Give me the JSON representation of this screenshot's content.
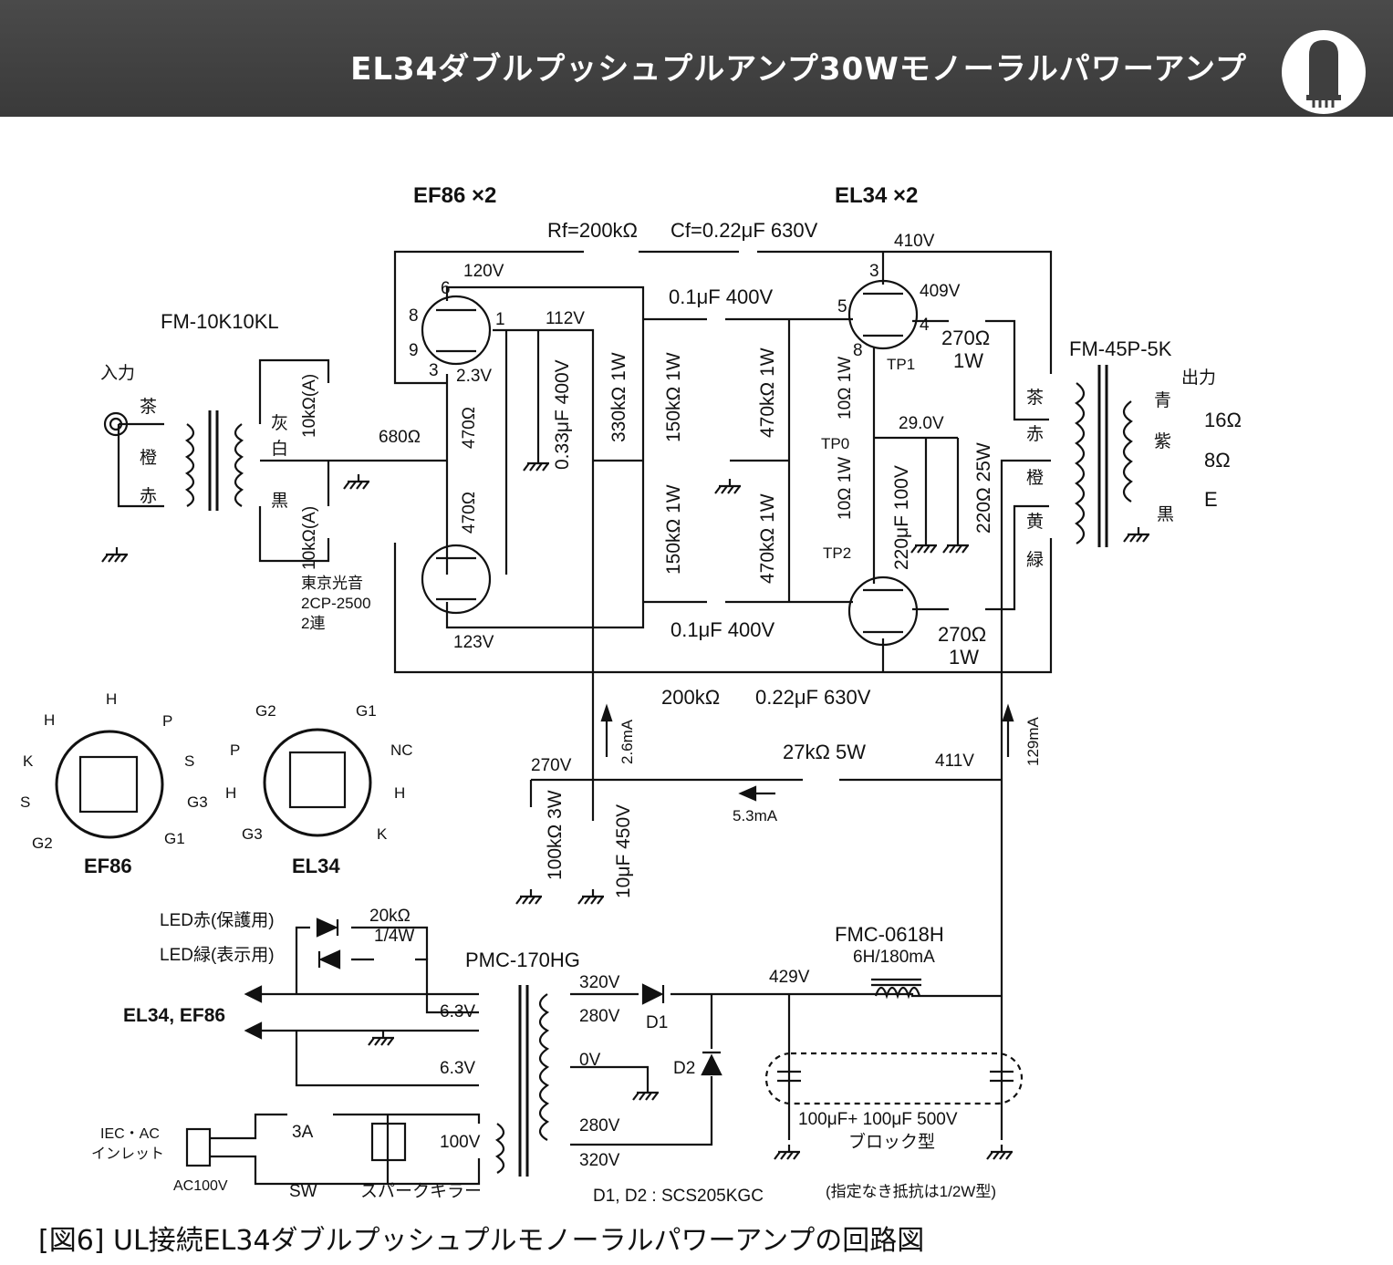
{
  "header": {
    "title": "EL34ダブルプッシュプルアンプ30Wモノーラルパワーアンプ"
  },
  "caption": "[図6] UL接続EL34ダブルプッシュプルモノーラルパワーアンプの回路図",
  "note": "(指定なき抵抗は1/2W型)",
  "colors": {
    "header_bg": "#3f3f3f",
    "ink": "#111111",
    "paper": "#ffffff"
  },
  "labels": {
    "ef86_x2": "EF86 ×2",
    "el34_x2": "EL34 ×2",
    "rf": "Rf=200kΩ",
    "cf": "Cf=0.22μF 630V",
    "v410": "410V",
    "v120": "120V",
    "v112": "112V",
    "v409": "409V",
    "v23": "2.3V",
    "v123": "123V",
    "v290": "29.0V",
    "v270": "270V",
    "v411": "411V",
    "v429": "429V",
    "pin6": "6",
    "pin8": "8",
    "pin9": "9",
    "pin3": "3",
    "pin1": "1",
    "el_pin3": "3",
    "el_pin5": "5",
    "el_pin4": "4",
    "el_pin8": "8",
    "fm10k": "FM-10K10KL",
    "input": "入力",
    "c_brown": "茶",
    "c_orange": "橙",
    "c_red": "赤",
    "c_gray": "灰",
    "c_white": "白",
    "c_black": "黒",
    "pot1": "10kΩ(A)",
    "pot2": "10kΩ(A)",
    "r680": "680Ω",
    "r470a": "470Ω",
    "r470b": "470Ω",
    "pot_maker": "東京光音",
    "pot_model": "2CP-2500",
    "pot_gang": "2連",
    "c033": "0.33μF 400V",
    "r330k": "330kΩ 1W",
    "r150k_a": "150kΩ 1W",
    "r150k_b": "150kΩ 1W",
    "c01_top": "0.1μF 400V",
    "c01_bot": "0.1μF 400V",
    "r470k_a": "470kΩ 1W",
    "r470k_b": "470kΩ 1W",
    "r10_a": "10Ω 1W",
    "r10_b": "10Ω 1W",
    "tp1": "TP1",
    "tp0": "TP0",
    "tp2": "TP2",
    "c220": "220μF 100V",
    "r220": "220Ω 25W",
    "r270a": "270Ω",
    "w1a": "1W",
    "r270b": "270Ω",
    "w1b": "1W",
    "fm45": "FM-45P-5K",
    "output": "出力",
    "o_blue": "青",
    "o_purple": "紫",
    "o_black": "黒",
    "p_brown": "茶",
    "p_red": "赤",
    "p_orange": "橙",
    "p_yellow": "黄",
    "p_green": "緑",
    "o16": "16Ω",
    "o8": "8Ω",
    "oE": "E",
    "r200k_bot": "200kΩ",
    "c022_bot": "0.22μF 630V",
    "i26": "2.6mA",
    "i129": "129mA",
    "i53": "5.3mA",
    "r27k": "27kΩ 5W",
    "r100k": "100kΩ 3W",
    "c10": "10μF 450V",
    "ef86_name": "EF86",
    "el34_name": "EL34",
    "ef86_pins": [
      "H",
      "P",
      "S",
      "G3",
      "G1",
      "G2",
      "S",
      "K",
      "H"
    ],
    "el34_pins": [
      "G2",
      "G1",
      "NC",
      "H",
      "K",
      "G3",
      "H",
      "P"
    ],
    "led_red": "LED赤(保護用)",
    "led_green": "LED緑(表示用)",
    "r20k": "20kΩ",
    "r20k_w": "1/4W",
    "heaters": "EL34, EF86",
    "pmc": "PMC-170HG",
    "h63a": "6.3V",
    "h63b": "6.3V",
    "t320a": "320V",
    "t280a": "280V",
    "t0": "0V",
    "t280b": "280V",
    "t320b": "320V",
    "t100": "100V",
    "d1": "D1",
    "d2": "D2",
    "diodes": "D1, D2 : SCS205KGC",
    "fmc": "FMC-0618H",
    "choke": "6H/180mA",
    "block_cap": "100μF+ 100μF 500V",
    "block_type": "ブロック型",
    "iec": "IEC・AC",
    "inlet": "インレット",
    "ac100": "AC100V",
    "fuse": "3A",
    "sw": "SW",
    "spark": "スパークキラー"
  }
}
